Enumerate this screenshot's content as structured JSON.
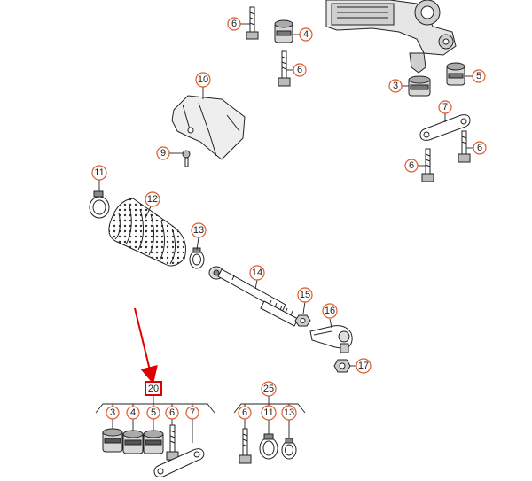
{
  "colors": {
    "callout_ring": "#e05a2b",
    "highlight": "#e00000",
    "arrow": "#e00000",
    "line": "#222222",
    "part_fill": "#d9d9d9",
    "part_dark": "#555555"
  },
  "callouts": {
    "c3a": "3",
    "c4a": "4",
    "c5a": "5",
    "c6a": "6",
    "c6b": "6",
    "c6c": "6",
    "c6d": "6",
    "c7a": "7",
    "c9": "9",
    "c10": "10",
    "c11": "11",
    "c12": "12",
    "c13": "13",
    "c14": "14",
    "c15": "15",
    "c16": "16",
    "c17": "17",
    "k20": "20",
    "k20_3": "3",
    "k20_4": "4",
    "k20_5": "5",
    "k20_6": "6",
    "k20_7": "7",
    "k25": "25",
    "k25_6": "6",
    "k25_11": "11",
    "k25_13": "13"
  }
}
